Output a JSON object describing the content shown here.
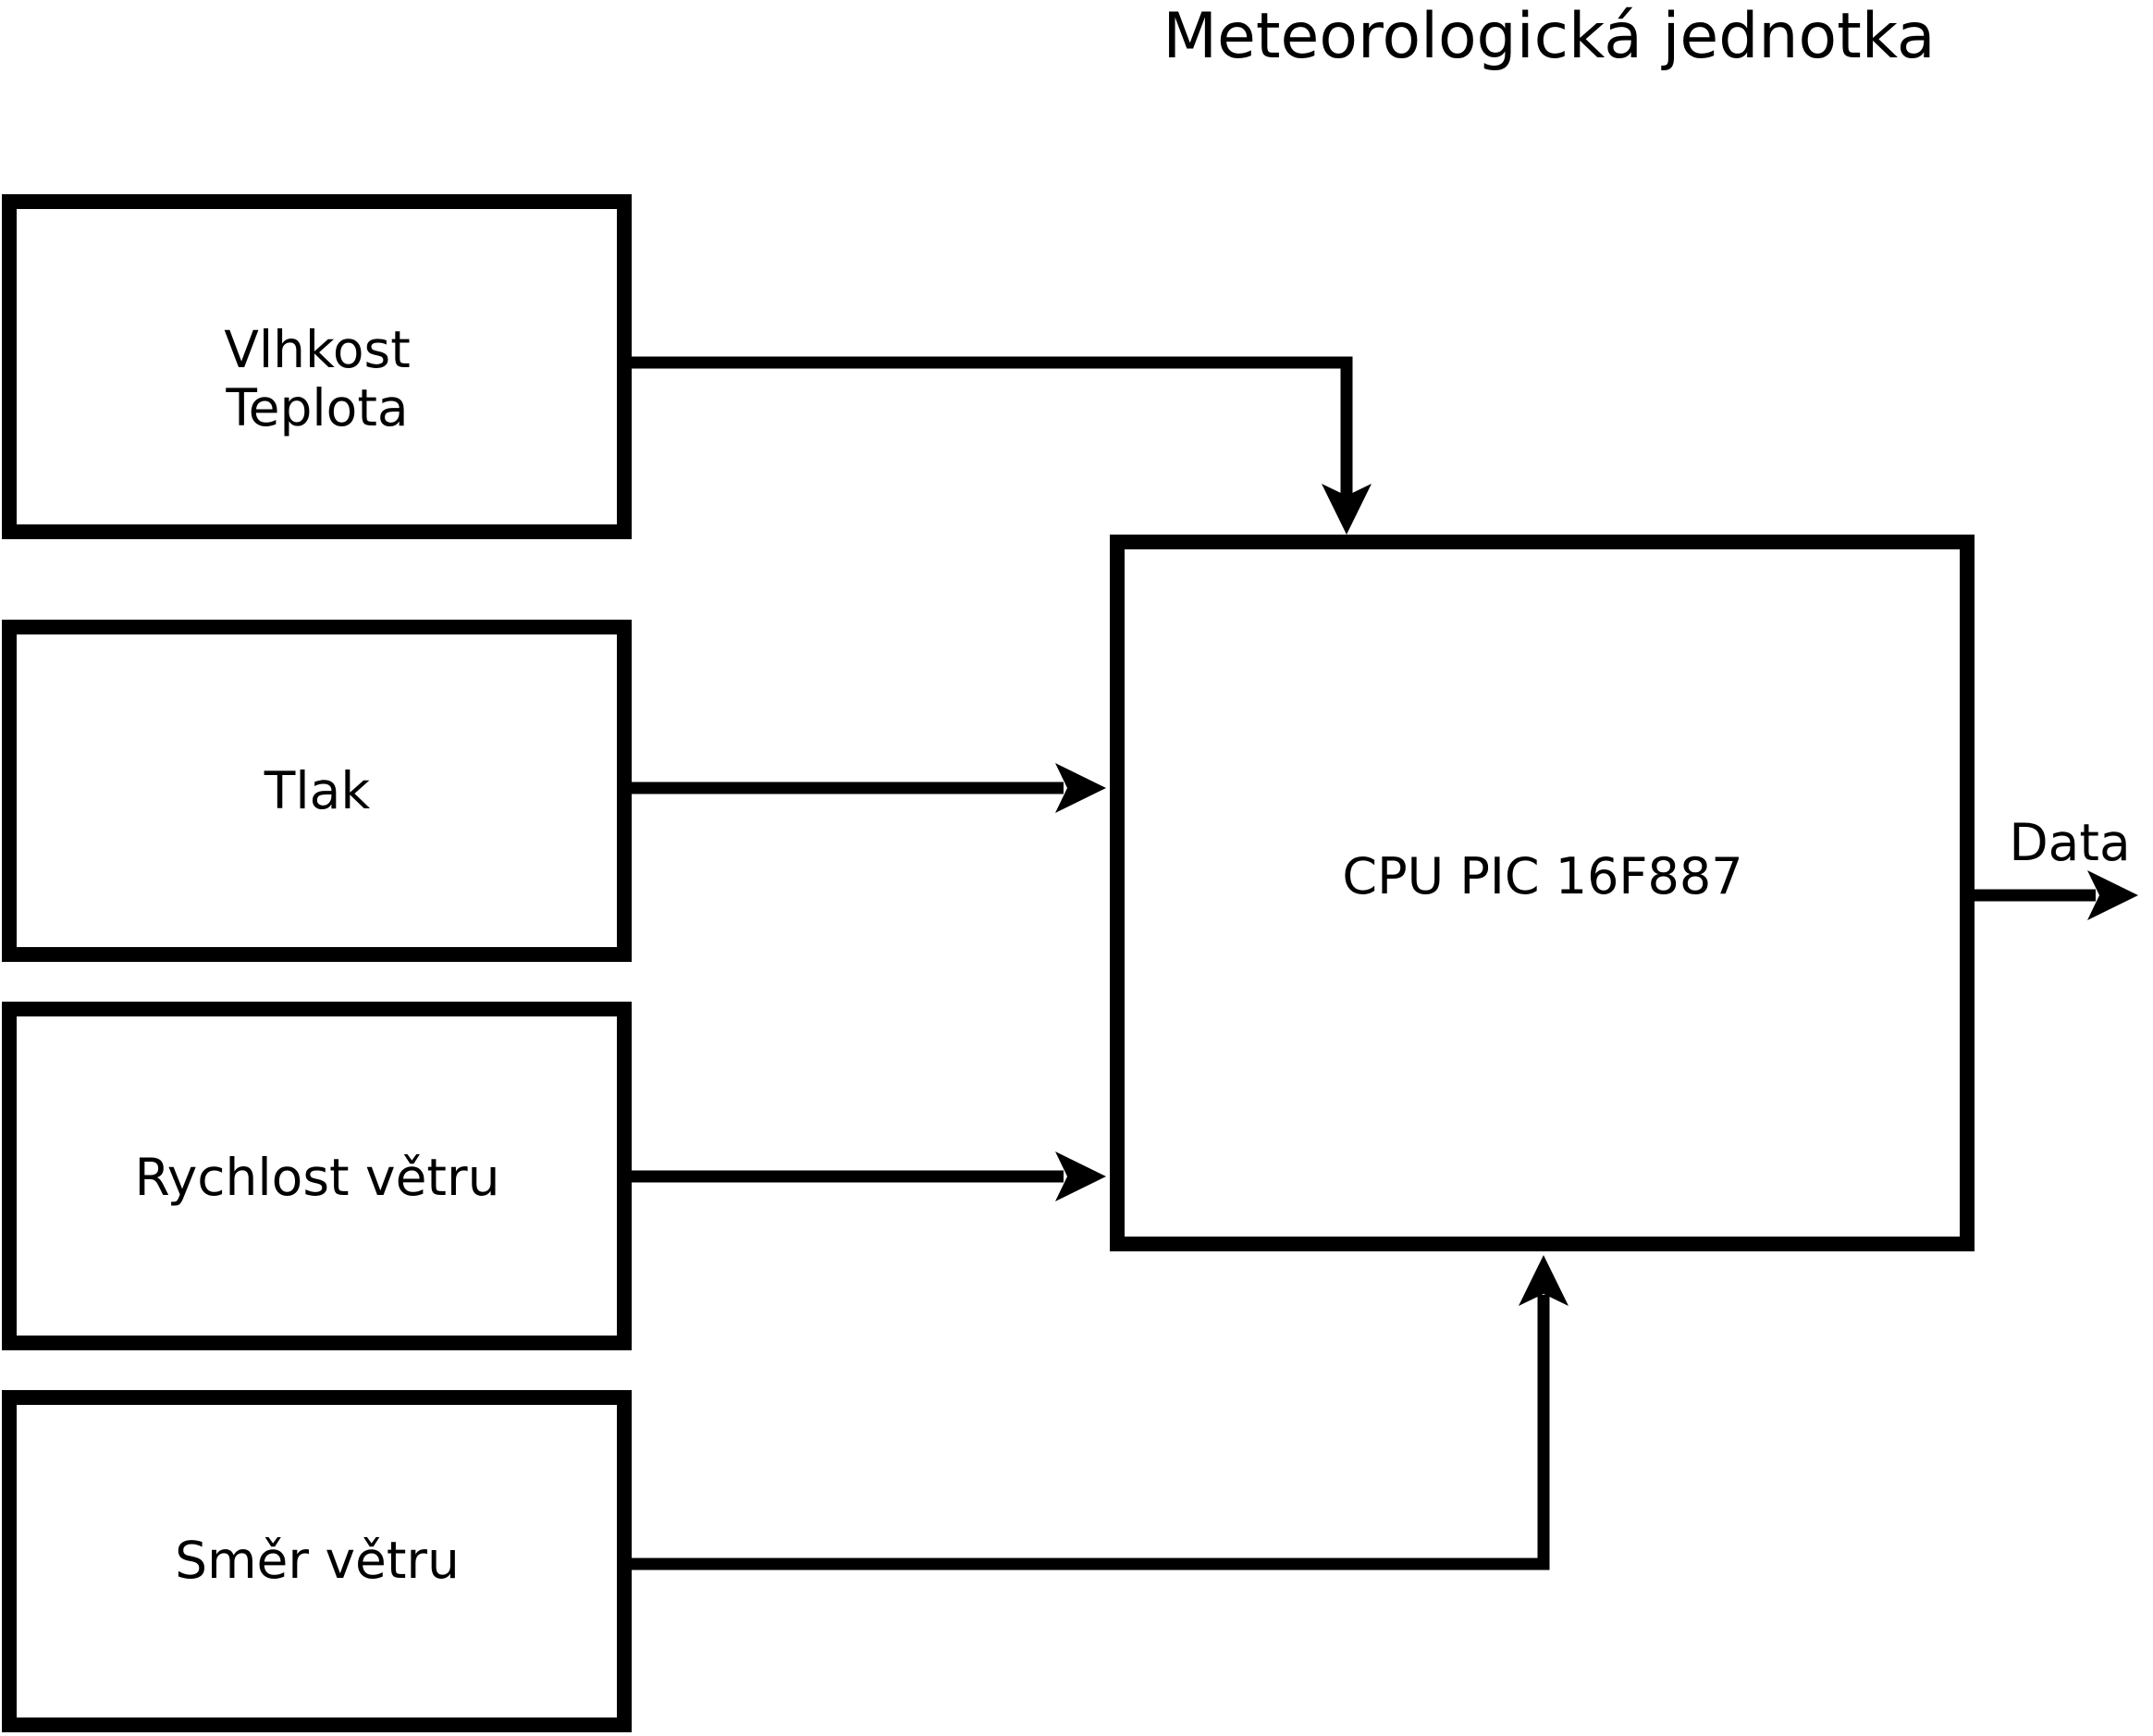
{
  "diagram": {
    "title": "Meteorologická jednotka",
    "nodes": {
      "humidity_temperature": {
        "label_line1": "Vlhkost",
        "label_line2": "Teplota"
      },
      "pressure": {
        "label": "Tlak"
      },
      "wind_speed": {
        "label": "Rychlost větru"
      },
      "wind_direction": {
        "label": "Směr větru"
      },
      "cpu": {
        "label": "CPU PIC 16F887"
      }
    },
    "output": {
      "label": "Data"
    },
    "colors": {
      "stroke": "#000000",
      "background": "#ffffff"
    }
  }
}
